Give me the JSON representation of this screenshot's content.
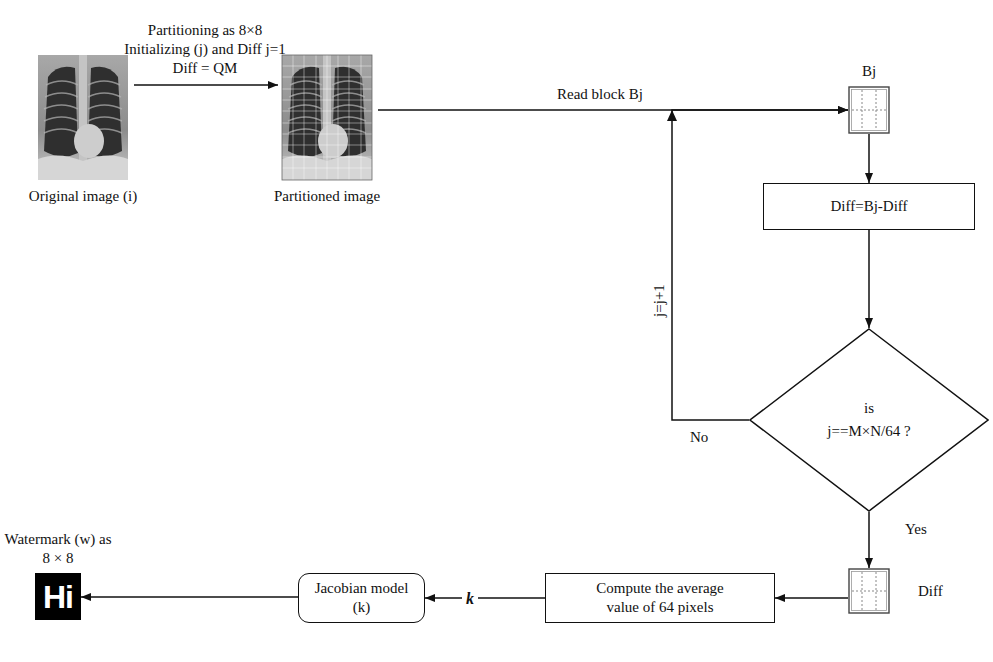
{
  "diagram": {
    "nodes": [
      {
        "text": [
          "Original image (i)"
        ]
      },
      {
        "text": [
          "Partitioned image"
        ]
      },
      {
        "text": [
          "Bj"
        ]
      },
      {
        "text": [
          "Diff=Bj-Diff"
        ]
      },
      {
        "text": [
          "is j==M×N/64 ?"
        ]
      },
      {
        "text": [
          "Diff"
        ]
      },
      {
        "text": [
          "Compute the average value of 64 pixels"
        ]
      },
      {
        "text": [
          "Jacobian model (k)"
        ]
      },
      {
        "text": [
          "Watermark (w) as 8 × 8",
          "Hi"
        ]
      }
    ],
    "edges": [
      {
        "from": 0,
        "to": 1,
        "arrow": "to",
        "label": "Partitioning as 8×8 Initializing (j) and Diff j=1 Diff = QM"
      },
      {
        "from": 1,
        "to": 2,
        "arrow": "to",
        "label": "Read block Bj"
      },
      {
        "from": 2,
        "to": 3,
        "arrow": "to"
      },
      {
        "from": 3,
        "to": 4,
        "arrow": "to"
      },
      {
        "from": 4,
        "to": 2,
        "arrow": "to",
        "label": "j=j+1"
      },
      {
        "from": 4,
        "to": 5,
        "arrow": "to"
      },
      {
        "from": 5,
        "to": 6,
        "arrow": "to"
      },
      {
        "from": 6,
        "to": 7,
        "arrow": "to",
        "label": "k"
      },
      {
        "from": 7,
        "to": 8,
        "arrow": "to"
      }
    ],
    "labels": [
      "No",
      "Yes"
    ]
  }
}
